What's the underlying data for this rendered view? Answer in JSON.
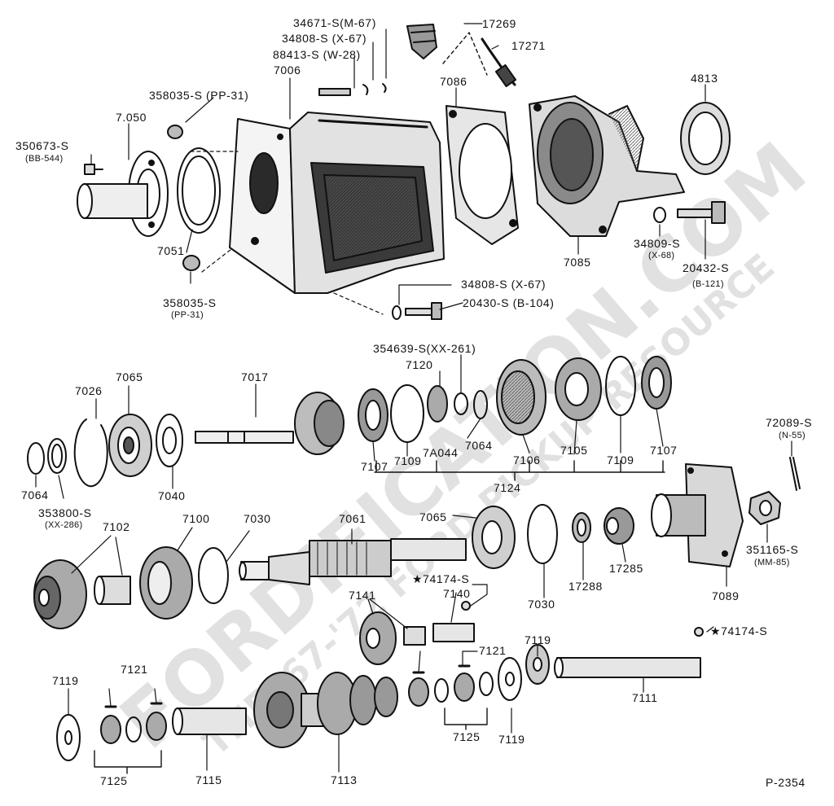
{
  "watermark": {
    "main": "FORDIFICATION.COM",
    "tag": "THE '67-'72 FORD PICKUP RESOURCE"
  },
  "figure_id": "P-2354",
  "labels": {
    "l34671": "34671-S(M-67)",
    "l34808a": "34808-S (X-67)",
    "l88413": "88413-S (W-28)",
    "l7006": "7006",
    "l17269": "17269",
    "l17271": "17271",
    "l7086": "7086",
    "l4813": "4813",
    "l358035a": "358035-S (PP-31)",
    "l7050": "7.050",
    "l350673": "350673-S",
    "l350673sub": "(BB-544)",
    "l7051": "7051",
    "l358035b": "358035-S",
    "l358035bsub": "(PP-31)",
    "l34808b": "34808-S (X-67)",
    "l20430": "20430-S (B-104)",
    "l7085": "7085",
    "l34809": "34809-S",
    "l34809sub": "(X-68)",
    "l20432": "20432-S",
    "l20432sub": "(B-121)",
    "l354639": "354639-S(XX-261)",
    "l7120": "7120",
    "l7065a": "7065",
    "l7026": "7026",
    "l7017": "7017",
    "l7064a": "7064",
    "l7A044": "7A044",
    "l7107a": "7107",
    "l7109a": "7109",
    "l7106": "7106",
    "l7105": "7105",
    "l7109b": "7109",
    "l7107b": "7107",
    "l7124": "7124",
    "l72089": "72089-S",
    "l72089sub": "(N-55)",
    "l7064b": "7064",
    "l353800": "353800-S",
    "l353800sub": "(XX-286)",
    "l7040": "7040",
    "l7102": "7102",
    "l7100": "7100",
    "l7030a": "7030",
    "l7061": "7061",
    "l7065b": "7065",
    "l17288": "17288",
    "l17285": "17285",
    "l7030b": "7030",
    "l351165": "351165-S",
    "l351165sub": "(MM-85)",
    "l7089": "7089",
    "l74174a": "★74174-S",
    "l7141": "7141",
    "l7140": "7140",
    "l7119a": "7119",
    "l7121a": "7121",
    "l7121b": "7121",
    "l74174b": "★74174-S",
    "l7119b": "7119",
    "l7111": "7111",
    "l7125a": "7125",
    "l7115": "7115",
    "l7113": "7113",
    "l7125b": "7125",
    "l7119c": "7119"
  }
}
